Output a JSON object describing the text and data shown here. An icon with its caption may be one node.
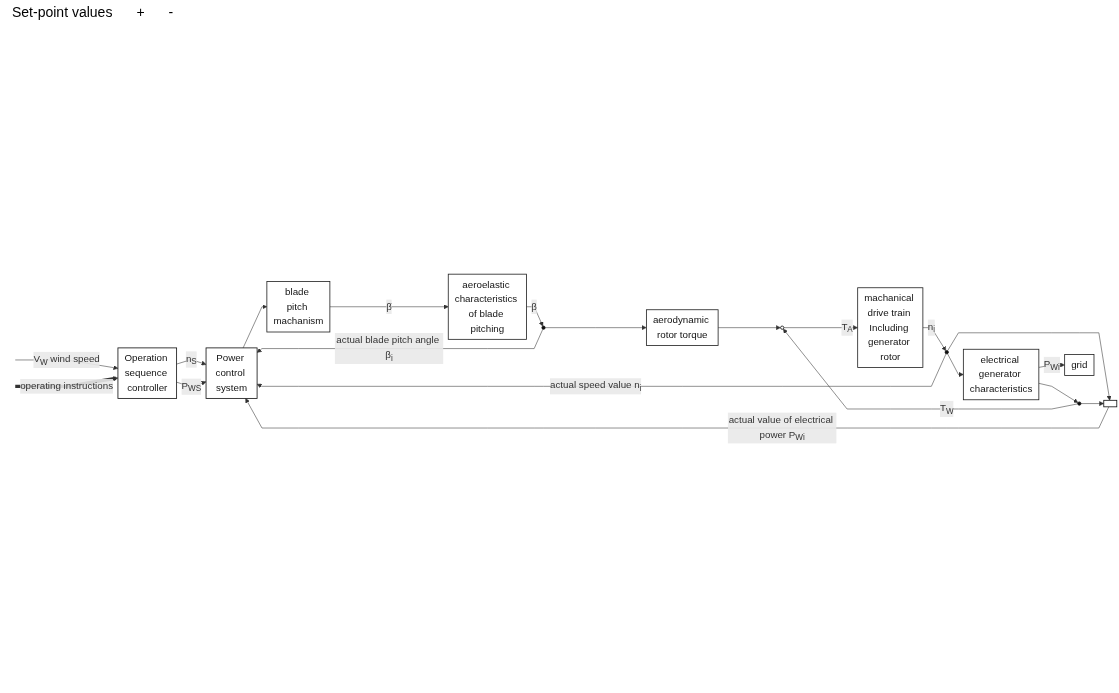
{
  "diagram": {
    "nodes": [
      {
        "text": [
          "Operation sequence controller"
        ]
      },
      {
        "text": [
          "Power control system"
        ]
      },
      {
        "text": [
          "blade pitch machanism"
        ]
      },
      {
        "text": [
          "aeroelastic characteristics of blade pitching"
        ]
      },
      {
        "text": [],
        "shape": "circle"
      },
      {
        "text": [
          "aerodynamic rotor torque"
        ]
      },
      {
        "text": [],
        "shape": "circle"
      },
      {
        "text": [
          "machanical drive train Including generator rotor"
        ]
      },
      {
        "text": [],
        "shape": "circle"
      },
      {
        "text": [
          "electrical generator characteristics"
        ]
      },
      {
        "text": [],
        "shape": "circle"
      },
      {
        "text": [],
        "shape": "box"
      },
      {
        "text": [
          "grid"
        ]
      }
    ],
    "edges": [
      {
        "from": null,
        "to": 0,
        "arrow": "to",
        "label": "V$_{W}$ wind speed"
      },
      {
        "from": null,
        "to": 0,
        "arrow": "to",
        "label": "operating instructions",
        "style": "thick"
      },
      {
        "from": 0,
        "to": 1,
        "arrow": "to",
        "label": "n$_{S}$"
      },
      {
        "from": 0,
        "to": 1,
        "arrow": "to",
        "label": "P$_{WS}$"
      },
      {
        "from": 1,
        "to": 2,
        "arrow": "to"
      },
      {
        "from": 2,
        "to": 3,
        "arrow": "to",
        "label": "β̇"
      },
      {
        "from": 3,
        "to": 4,
        "arrow": "to",
        "label": "β"
      },
      {
        "from": 4,
        "to": 5,
        "arrow": "to"
      },
      {
        "from": 4,
        "to": 1,
        "arrow": "to",
        "label": "actual blade pitch angle β$_{i}$"
      },
      {
        "from": 5,
        "to": 6,
        "arrow": "to"
      },
      {
        "from": 6,
        "to": 7,
        "arrow": "to",
        "label": "T$_{A}$"
      },
      {
        "from": 7,
        "to": 8,
        "arrow": "to",
        "label": "n$_{i}$"
      },
      {
        "from": 8,
        "to": 9,
        "arrow": "to"
      },
      {
        "from": 8,
        "to": 1,
        "arrow": "to",
        "label": "actual speed value n$_{i}$"
      },
      {
        "from": 8,
        "to": 11,
        "arrow": "to"
      },
      {
        "from": 9,
        "to": 10,
        "arrow": "to"
      },
      {
        "from": 10,
        "to": 11,
        "arrow": "to"
      },
      {
        "from": 10,
        "to": 6,
        "arrow": "to",
        "label": "T$_{W}$"
      },
      {
        "from": 11,
        "to": 1,
        "arrow": "to",
        "label": "actual value of electrical power P$_{Wi}$"
      },
      {
        "from": 9,
        "to": 12,
        "arrow": "to",
        "label": "P$_{Wi}$"
      }
    ],
    "labels": [
      "Set-point values",
      "+",
      "-"
    ]
  }
}
